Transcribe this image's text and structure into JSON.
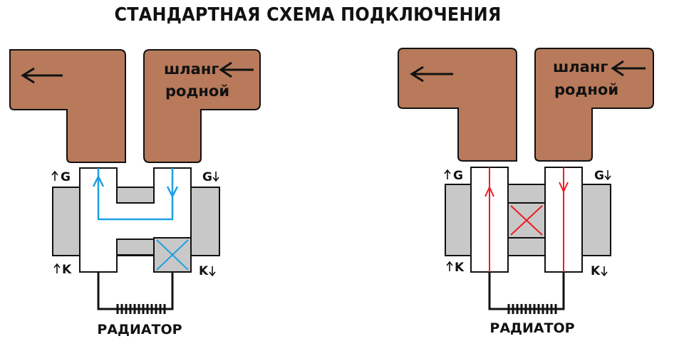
{
  "title": "СТАНДАРТНАЯ СХЕМА ПОДКЛЮЧЕНИЯ",
  "colors": {
    "hose": "#b87a5a",
    "valve_body": "#c8c8c8",
    "flow_left": "#1fa0e0",
    "flow_right": "#ee1c24",
    "outline": "#111111"
  },
  "left_diagram": {
    "hose_label_line1": "шланг",
    "hose_label_line2": "родной",
    "port_g_in": "G",
    "port_g_out": "G",
    "port_k_in": "K",
    "port_k_out": "K",
    "radiator_label": "РАДИАТОР"
  },
  "right_diagram": {
    "hose_label_line1": "шланг",
    "hose_label_line2": "родной",
    "port_g_in": "G",
    "port_g_out": "G",
    "port_k_in": "K",
    "port_k_out": "K",
    "radiator_label": "РАДИАТОР"
  }
}
